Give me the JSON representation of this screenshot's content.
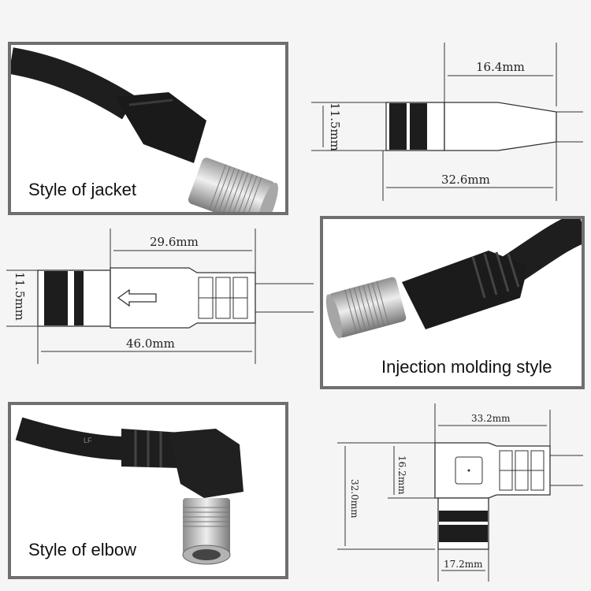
{
  "captions": {
    "jacket": "Style of jacket",
    "injection": "Injection molding style",
    "elbow": "Style of elbow"
  },
  "drawings": {
    "jacket": {
      "length_total": "32.6mm",
      "length_body": "16.4mm",
      "diameter": "11.5mm"
    },
    "injection": {
      "length_total": "46.0mm",
      "length_body": "29.6mm",
      "diameter": "11.5mm"
    },
    "elbow": {
      "width": "33.2mm",
      "height_total": "32.0mm",
      "height_body": "16.2mm",
      "connector_width": "17.2mm"
    }
  },
  "icons": [
    "arrow-left-icon",
    "dot-icon"
  ],
  "colors": {
    "panel_border": "#6f6f6f",
    "background": "#f5f5f5",
    "cable": "#1c1c1c",
    "metal": "#bdbdbd"
  }
}
